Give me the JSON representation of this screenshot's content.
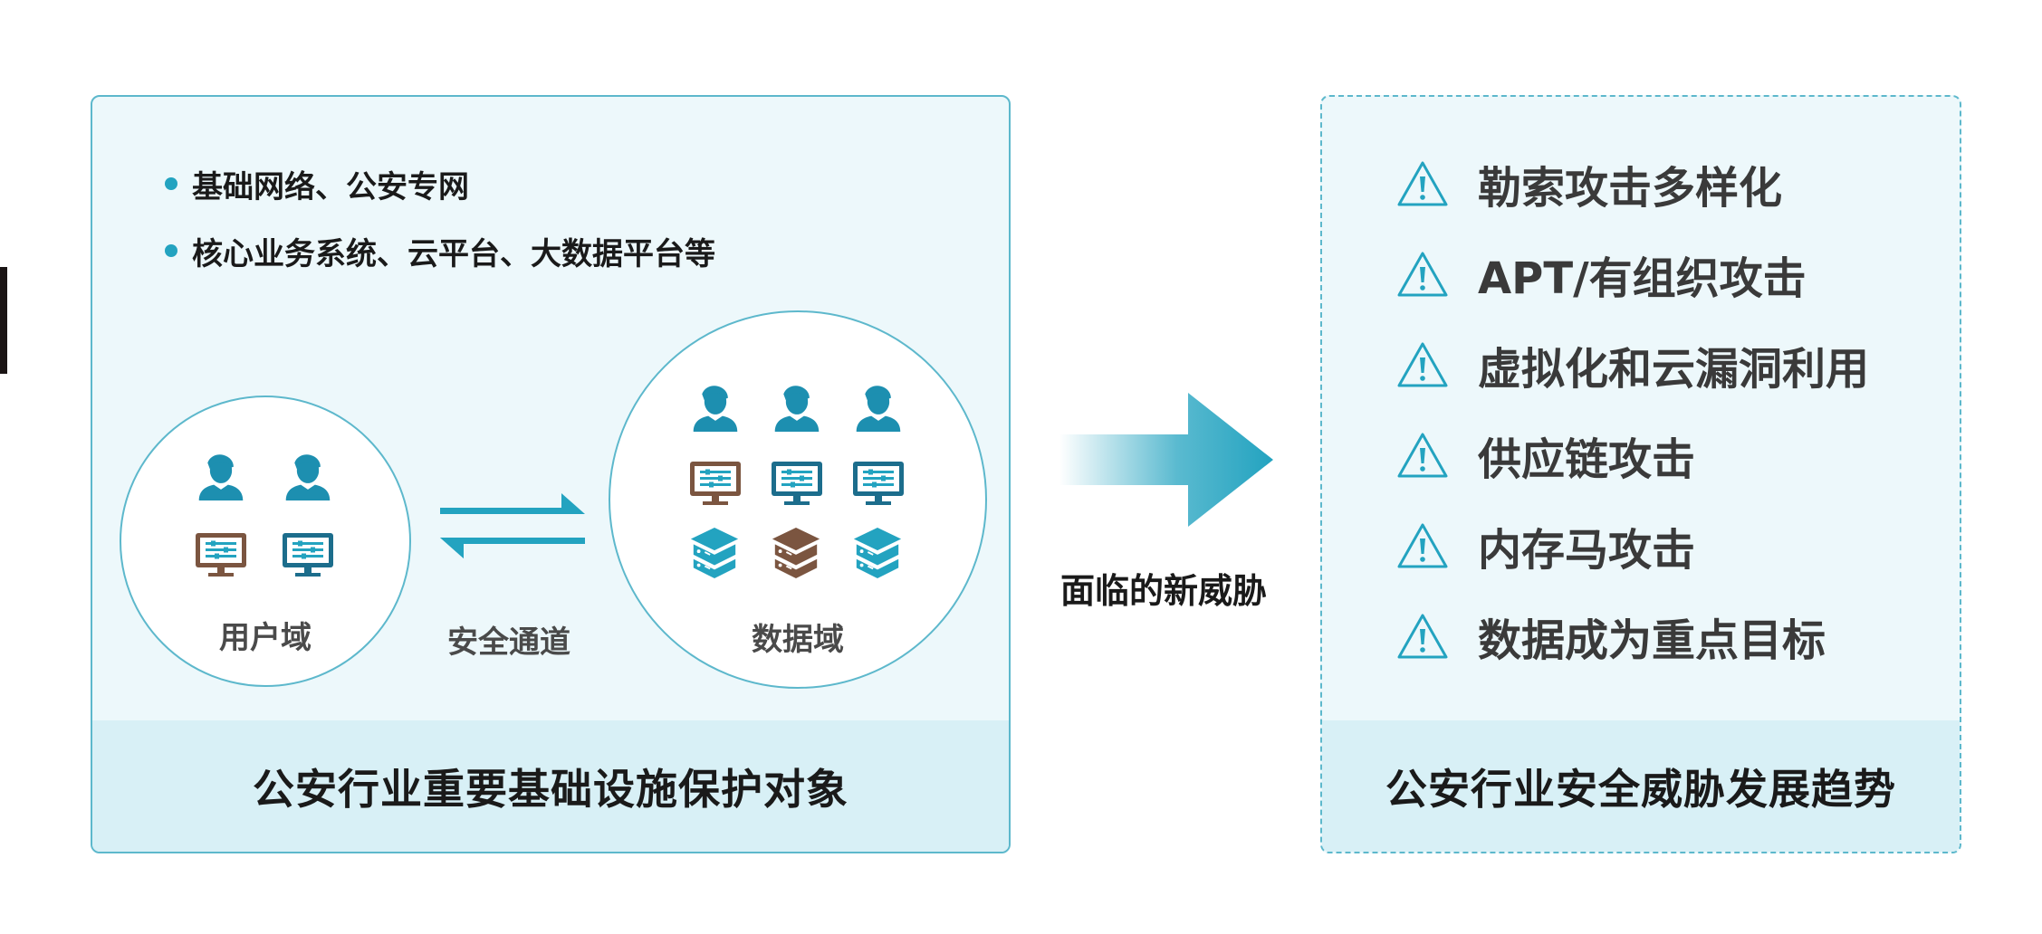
{
  "left_panel": {
    "bullets": [
      "基础网络、公安专网",
      "核心业务系统、云平台、大数据平台等"
    ],
    "user_domain_label": "用户域",
    "data_domain_label": "数据域",
    "channel_label": "安全通道",
    "footer_title": "公安行业重要基础设施保护对象"
  },
  "middle": {
    "arrow_label": "面临的新威胁"
  },
  "right_panel": {
    "threats": [
      "勒索攻击多样化",
      "APT/有组织攻击",
      "虚拟化和云漏洞利用",
      "供应链攻击",
      "内存马攻击",
      "数据成为重点目标"
    ],
    "footer_title": "公安行业安全威胁发展趋势"
  },
  "colors": {
    "accent": "#23a3c0",
    "user_blue": "#1d8fb0",
    "brown": "#7b5540",
    "dark_blue": "#1c6d8c",
    "panel_bg": "#edf8fb",
    "footer_bg": "#d8f0f6",
    "border": "#5db8cc"
  },
  "icons": {
    "user": "user-icon",
    "monitor": "monitor-icon",
    "server": "server-cube-icon",
    "warning": "warning-icon",
    "exchange": "bidirectional-arrows-icon",
    "arrow": "right-arrow-icon"
  }
}
